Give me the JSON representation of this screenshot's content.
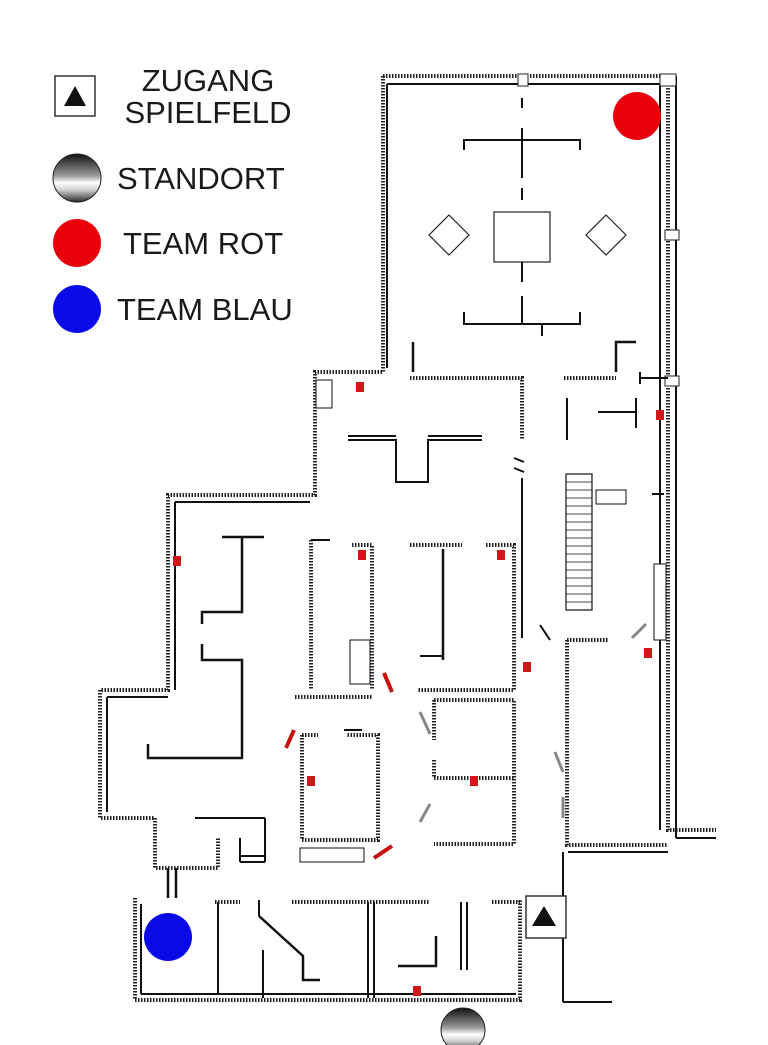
{
  "legend": {
    "entrance": {
      "label_line1": "ZUGANG",
      "label_line2": "SPIELFELD",
      "icon": "triangle-up-icon"
    },
    "location": {
      "label": "STANDORT",
      "icon": "metal-sphere-icon"
    },
    "team_red": {
      "label": "TEAM ROT",
      "color": "#e8000a"
    },
    "team_blue": {
      "label": "TEAM BLAU",
      "color": "#0a0ae8"
    }
  },
  "colors": {
    "walls": "#222222",
    "exit_signs": "#d01818",
    "red_doors": "#c81010",
    "background": "#ffffff"
  }
}
